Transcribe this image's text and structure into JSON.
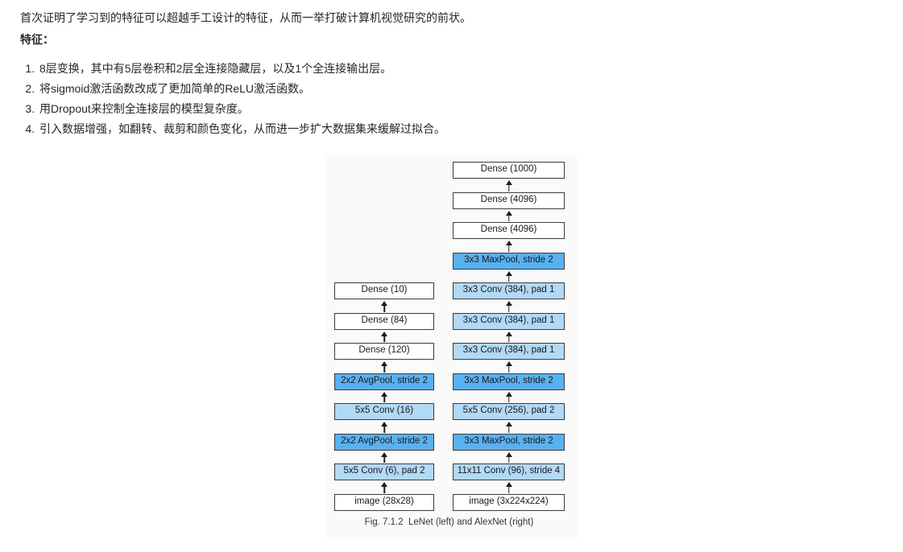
{
  "content": {
    "intro": "首次证明了学习到的特征可以超越手工设计的特征，从而一举打破计算机视觉研究的前状。",
    "features_heading": "特征：",
    "features": [
      "8层变换，其中有5层卷积和2层全连接隐藏层，以及1个全连接输出层。",
      "将sigmoid激活函数改成了更加简单的ReLU激活函数。",
      "用Dropout来控制全连接层的模型复杂度。",
      "引入数据增强，如翻转、裁剪和颜色变化，从而进一步扩大数据集来缓解过拟合。"
    ]
  },
  "figure": {
    "caption": "Fig. 7.1.2  LeNet (left) and AlexNet (right)",
    "lenet": {
      "name": "LeNet",
      "layers": [
        {
          "label": "Dense (10)",
          "type": "dense"
        },
        {
          "label": "Dense (84)",
          "type": "dense"
        },
        {
          "label": "Dense (120)",
          "type": "dense"
        },
        {
          "label": "2x2 AvgPool, stride 2",
          "type": "pool"
        },
        {
          "label": "5x5 Conv (16)",
          "type": "conv"
        },
        {
          "label": "2x2 AvgPool, stride 2",
          "type": "pool"
        },
        {
          "label": "5x5 Conv (6), pad 2",
          "type": "conv"
        },
        {
          "label": "image (28x28)",
          "type": "input"
        }
      ]
    },
    "alexnet": {
      "name": "AlexNet",
      "layers": [
        {
          "label": "Dense (1000)",
          "type": "dense"
        },
        {
          "label": "Dense (4096)",
          "type": "dense"
        },
        {
          "label": "Dense (4096)",
          "type": "dense"
        },
        {
          "label": "3x3 MaxPool, stride 2",
          "type": "pool"
        },
        {
          "label": "3x3 Conv (384), pad 1",
          "type": "conv"
        },
        {
          "label": "3x3 Conv (384), pad 1",
          "type": "conv"
        },
        {
          "label": "3x3 Conv (384), pad 1",
          "type": "conv"
        },
        {
          "label": "3x3 MaxPool, stride 2",
          "type": "pool"
        },
        {
          "label": "5x5 Conv (256), pad 2",
          "type": "conv"
        },
        {
          "label": "3x3 MaxPool, stride 2",
          "type": "pool"
        },
        {
          "label": "11x11 Conv (96), stride 4",
          "type": "conv"
        },
        {
          "label": "image (3x224x224)",
          "type": "input"
        }
      ]
    }
  },
  "colors": {
    "pool_fill": "#58b1f1",
    "conv_fill": "#b2d9f6",
    "box_border": "#3b3b3b",
    "figure_bg": "#fafafa",
    "text": "#262626"
  }
}
